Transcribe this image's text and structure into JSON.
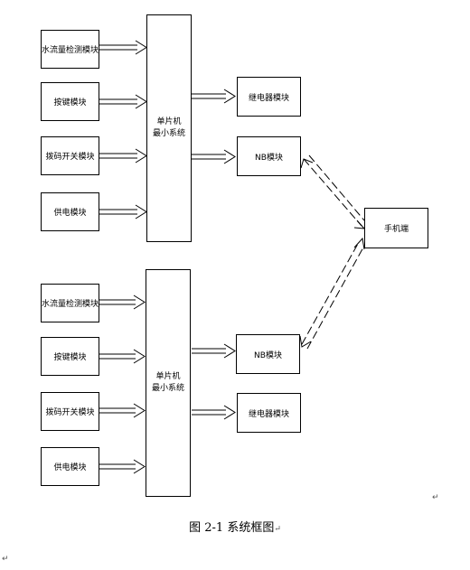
{
  "top_group": {
    "inputs": [
      "水流量检测模块",
      "按键模块",
      "拨码开关模块",
      "供电模块"
    ],
    "mcu": [
      "单片机",
      "最小系统"
    ],
    "outputs": [
      "继电器模块",
      "NB模块"
    ]
  },
  "bottom_group": {
    "inputs": [
      "水流量检测模块",
      "按键模块",
      "拨码开关模块",
      "供电模块"
    ],
    "mcu": [
      "单片机",
      "最小系统"
    ],
    "outputs": [
      "NB模块",
      "继电器模块"
    ]
  },
  "phone": "手机端",
  "caption": "图 2-1 系统框图",
  "marks": {
    "return": "↵"
  }
}
